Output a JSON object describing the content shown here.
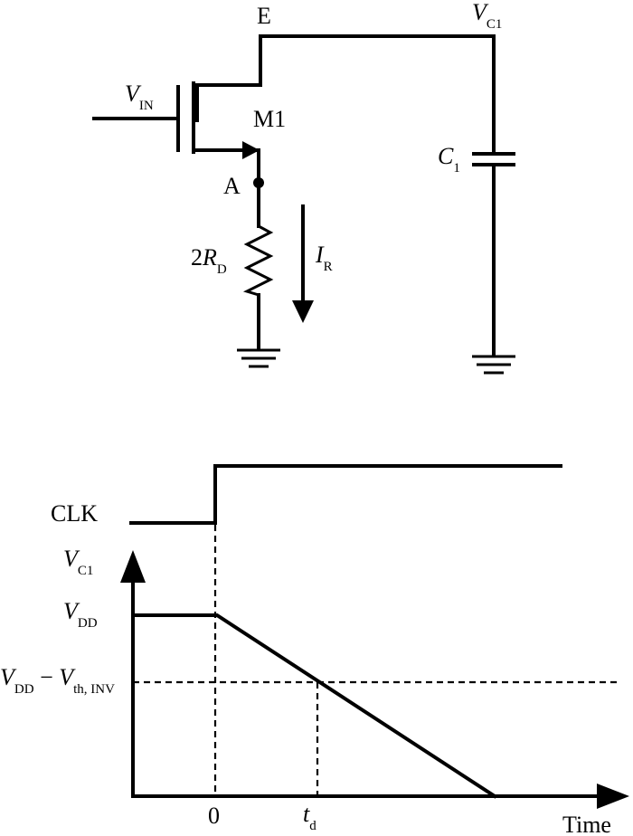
{
  "circuit": {
    "node_e": "E",
    "vc1_main": "V",
    "vc1_sub": "C1",
    "vin_main": "V",
    "vin_sub": "IN",
    "m1": "M1",
    "node_a": "A",
    "c1_main": "C",
    "c1_sub": "1",
    "r_coef": "2",
    "r_main": "R",
    "r_sub": "D",
    "ir_main": "I",
    "ir_sub": "R"
  },
  "timing": {
    "clk": "CLK",
    "y_main": "V",
    "y_sub": "C1",
    "vdd_main": "V",
    "vdd_sub": "DD",
    "thr_main1": "V",
    "thr_sub1": "DD",
    "thr_minus": " − ",
    "thr_main2": "V",
    "thr_sub2": "th, INV",
    "x_zero": "0",
    "td_main": "t",
    "td_sub": "d",
    "x_time": "Time"
  }
}
